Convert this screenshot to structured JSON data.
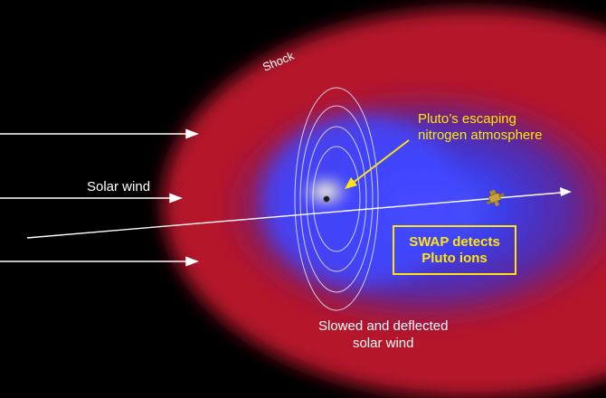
{
  "labels": {
    "shock": "Shock",
    "solar_wind": "Solar wind",
    "escaping_line1": "Pluto’s escaping",
    "escaping_line2": "nitrogen atmosphere",
    "swap_line1": "SWAP detects",
    "swap_line2": "Pluto ions",
    "slowed_line1": "Slowed and deflected",
    "slowed_line2": "solar wind"
  },
  "colors": {
    "background": "#000000",
    "shock_region": "#b01a24",
    "atmosphere": "#3a44ff",
    "annotation": "#ffe414",
    "arrow": "#ffffff"
  },
  "icons": {
    "pluto": "pluto-icon",
    "spacecraft": "new-horizons-spacecraft-icon"
  }
}
